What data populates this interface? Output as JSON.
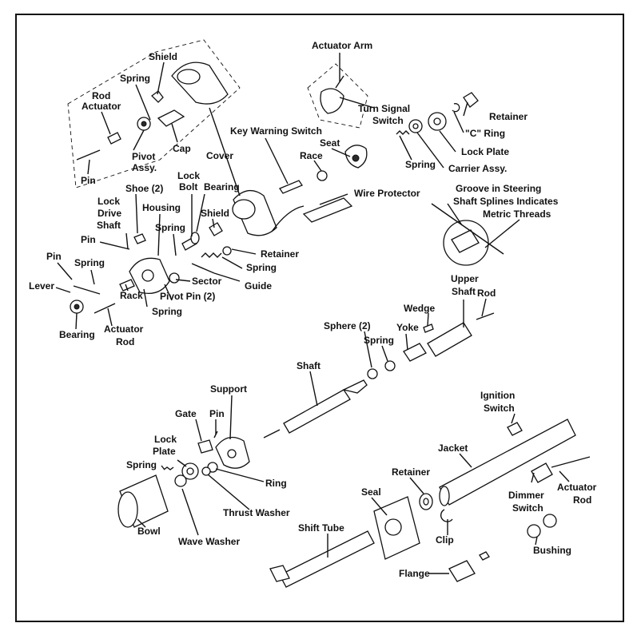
{
  "labels": {
    "actuator_arm": "Actuator Arm",
    "shield_top": "Shield",
    "spring_top": "Spring",
    "rod_actuator_1": "Rod",
    "rod_actuator_2": "Actuator",
    "turn_signal_1": "Turn Signal",
    "turn_signal_2": "Switch",
    "retainer_top": "Retainer",
    "c_ring": "\"C\" Ring",
    "pivot_1": "Pivot",
    "pivot_2": "Assy.",
    "cap": "Cap",
    "key_warning": "Key Warning Switch",
    "seat": "Seat",
    "race": "Race",
    "lock_plate_top": "Lock Plate",
    "pin_top": "Pin",
    "cover": "Cover",
    "spring_mid": "Spring",
    "carrier": "Carrier Assy.",
    "lock_bolt_1": "Lock",
    "lock_bolt_2": "Bolt",
    "bearing_mid": "Bearing",
    "shoe": "Shoe (2)",
    "wire_protector": "Wire Protector",
    "groove_1": "Groove in Steering",
    "groove_2": "Shaft Splines Indicates",
    "groove_3": "Metric Threads",
    "lock_drive_1": "Lock",
    "lock_drive_2": "Drive",
    "lock_drive_3": "Shaft",
    "housing": "Housing",
    "shield_mid": "Shield",
    "spring_housing": "Spring",
    "pin_left": "Pin",
    "retainer_mid": "Retainer",
    "pin_far_left": "Pin",
    "spring_left": "Spring",
    "spring_guide": "Spring",
    "guide": "Guide",
    "sector": "Sector",
    "lever": "Lever",
    "pivot_pin": "Pivot Pin (2)",
    "upper_shaft_1": "Upper",
    "upper_shaft_2": "Shaft",
    "rod_right": "Rod",
    "rack": "Rack",
    "spring_rack": "Spring",
    "wedge": "Wedge",
    "bearing_left": "Bearing",
    "actuator_rod_1": "Actuator",
    "actuator_rod_2": "Rod",
    "sphere": "Sphere (2)",
    "yoke": "Yoke",
    "spring_yoke": "Spring",
    "shaft": "Shaft",
    "support": "Support",
    "ignition_1": "Ignition",
    "ignition_2": "Switch",
    "gate": "Gate",
    "pin_gate": "Pin",
    "lock_plate_low_1": "Lock",
    "lock_plate_low_2": "Plate",
    "jacket": "Jacket",
    "spring_low": "Spring",
    "ring": "Ring",
    "retainer_low": "Retainer",
    "seal": "Seal",
    "thrust_washer": "Thrust Washer",
    "dimmer_1": "Dimmer",
    "dimmer_2": "Switch",
    "actuator_rod_low_1": "Actuator",
    "actuator_rod_low_2": "Rod",
    "clip": "Clip",
    "shift_tube": "Shift Tube",
    "bowl": "Bowl",
    "wave_washer": "Wave Washer",
    "bushing": "Bushing",
    "flange": "Flange"
  }
}
